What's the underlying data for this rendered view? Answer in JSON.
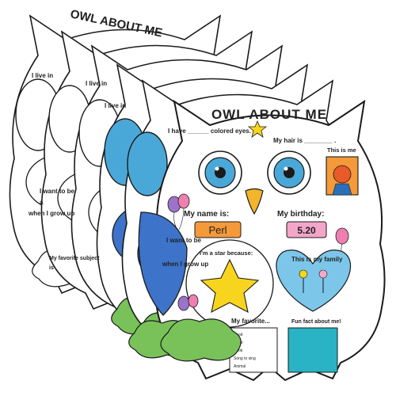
{
  "sheet": {
    "title": "OWL ABOUT ME",
    "eyes_prompt": "I have ______ colored eyes.",
    "hair_prompt": "My hair is ________ .",
    "live_in_prompt": "I live in",
    "this_is_me": "This is me",
    "name_prompt": "My name is:",
    "name_value": "Perl",
    "birthday_prompt": "My birthday:",
    "birthday_value": "5.20",
    "star_prompt": "I'm a star because:",
    "family_prompt": "This is my family",
    "want_to_be_line1": "I want to be",
    "want_to_be_line2": "a",
    "want_to_be_line3": "when I grow up",
    "favorite_subject_line1": "My favorite subject",
    "favorite_subject_line2": "is",
    "my_favorite": "My favorite...",
    "fun_fact": "Fun fact about me!",
    "favorites_list": [
      "Food",
      "Color",
      "Book",
      "Song to sing",
      "Animal"
    ]
  },
  "colors": {
    "outline": "#1b1b1b",
    "eye_blue": "#4aa8d8",
    "yellow": "#f7d51e",
    "orange_name": "#f49a3a",
    "pink_birthday": "#f3a6c8",
    "belly_blue": "#3d73c9",
    "heart_blue": "#7cc6ea",
    "teal_card": "#29b3c4",
    "green_cloud": "#79c25a",
    "balloon_purple": "#9b74c9",
    "balloon_pink": "#ef7fb0",
    "beak": "#f2b52c"
  },
  "icons": [
    "star-icon",
    "heart-icon",
    "balloon-icon",
    "cloud-icon"
  ]
}
